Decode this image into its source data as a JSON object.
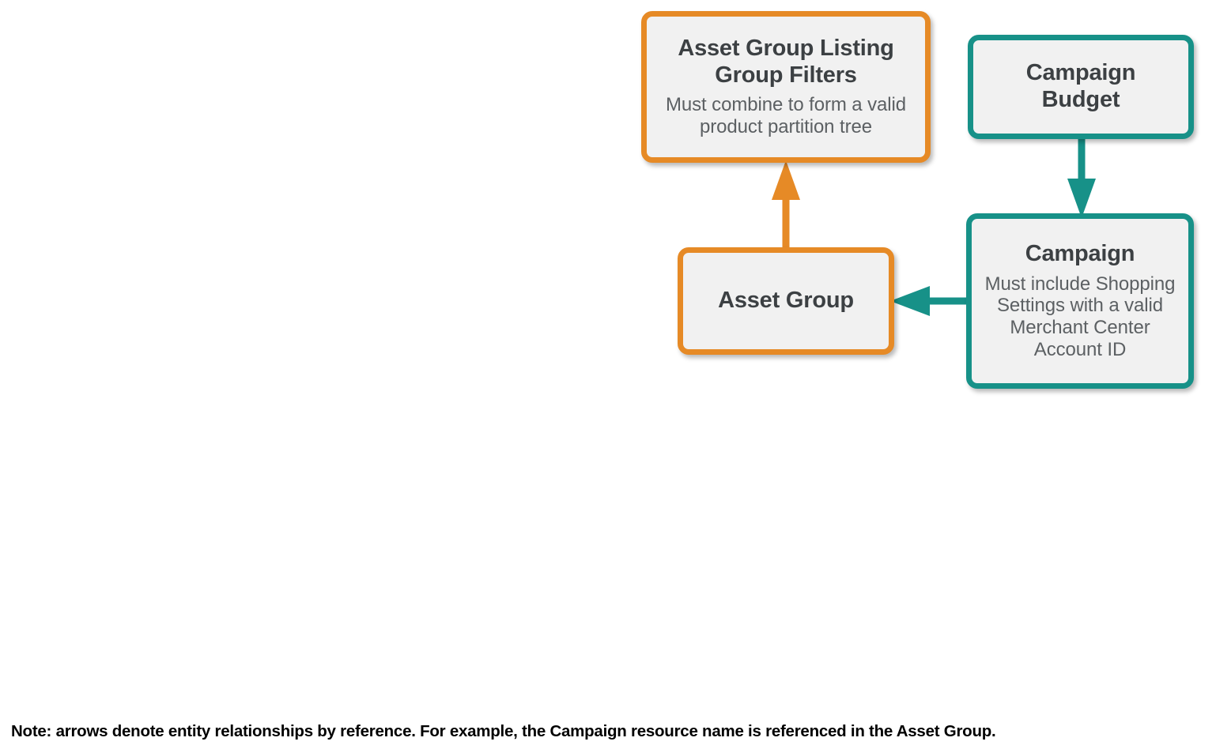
{
  "diagram": {
    "nodes": [
      {
        "id": "asset-group-listing-group-filters",
        "title": "Asset Group Listing Group Filters",
        "subtitle": "Must combine to form a valid product partition tree",
        "color": "#E68A26",
        "fill": "#F1F1F1"
      },
      {
        "id": "campaign-budget",
        "title": "Campaign Budget",
        "subtitle": "",
        "color": "#179188",
        "fill": "#F1F1F1"
      },
      {
        "id": "asset-group",
        "title": "Asset Group",
        "subtitle": "",
        "color": "#E68A26",
        "fill": "#F1F1F1"
      },
      {
        "id": "campaign",
        "title": "Campaign",
        "subtitle": "Must include Shopping Settings with a valid Merchant Center Account ID",
        "color": "#179188",
        "fill": "#F1F1F1"
      }
    ],
    "edges": [
      {
        "id": "asset-group-to-listing-group-filters",
        "from": "asset-group",
        "to": "asset-group-listing-group-filters",
        "direction": "up",
        "color": "#E68A26"
      },
      {
        "id": "campaign-budget-to-campaign",
        "from": "campaign-budget",
        "to": "campaign",
        "direction": "down",
        "color": "#179188"
      },
      {
        "id": "campaign-to-asset-group",
        "from": "campaign",
        "to": "asset-group",
        "direction": "left",
        "color": "#179188"
      }
    ],
    "footer_note": "Note: arrows denote entity relationships by reference. For example, the Campaign resource name is referenced in the Asset Group.",
    "background": "#FFFFFF",
    "title_text_color": "#3C4043",
    "subtitle_text_color": "#5C6063"
  }
}
